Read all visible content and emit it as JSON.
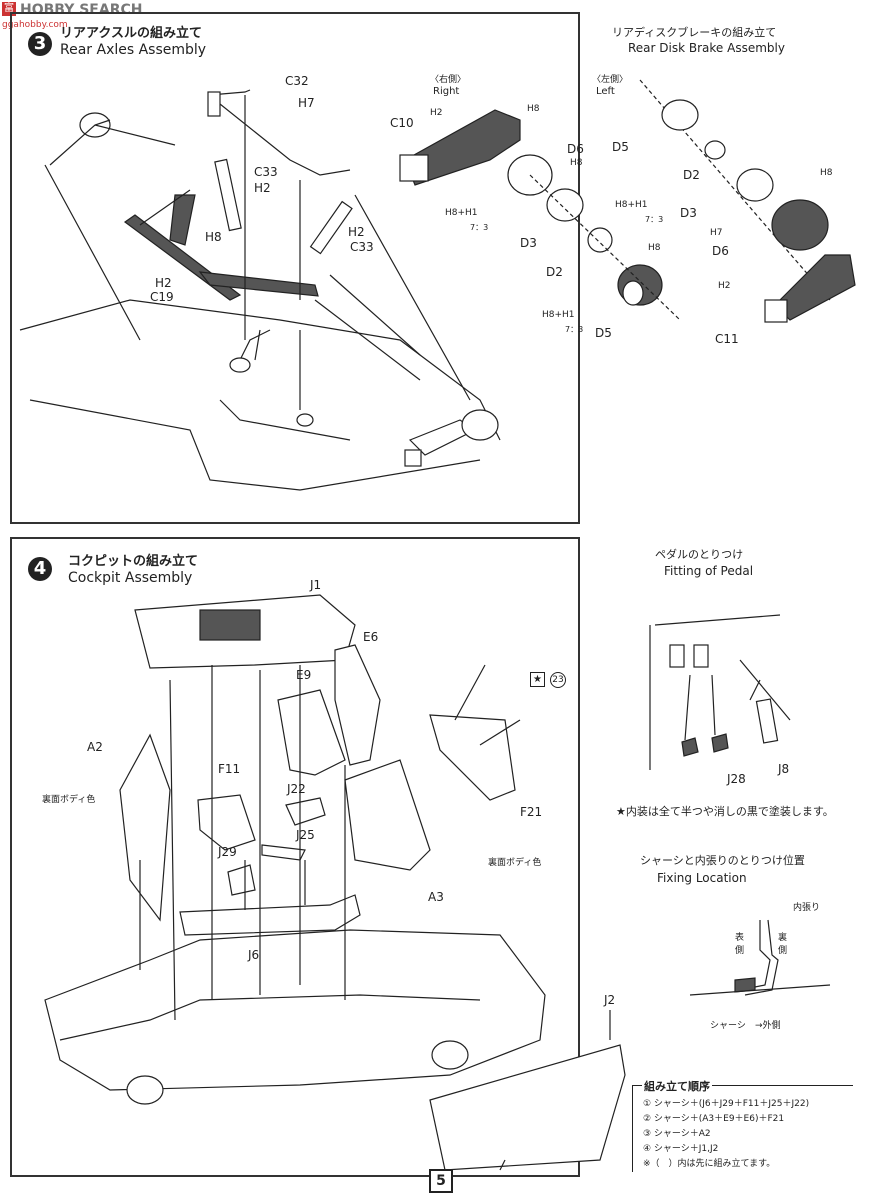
{
  "watermark": {
    "site": "HOBBY SEARCH",
    "logo_text": "富",
    "url": "ggahobby.com"
  },
  "step3": {
    "number": "3",
    "title_jp": "リアアクスルの組み立て",
    "title_en": "Rear Axles Assembly",
    "labels": [
      "C32",
      "H7",
      "C33",
      "H2",
      "H8",
      "H2",
      "C19",
      "H2",
      "C33"
    ]
  },
  "disk_brake": {
    "title_jp": "リアディスクブレーキの組み立て",
    "title_en": "Rear Disk Brake Assembly",
    "right_jp": "〈右側〉",
    "right_en": "Right",
    "left_jp": "〈左側〉",
    "left_en": "Left",
    "labels_right": [
      "C10",
      "H2",
      "H8",
      "D6",
      "H8",
      "H8+H1",
      "7：3",
      "H8+H1",
      "7：3",
      "D3",
      "D2",
      "H8",
      "H8+H1",
      "7：3",
      "D5"
    ],
    "labels_left": [
      "D5",
      "D2",
      "H8",
      "D3",
      "H7",
      "D6",
      "H2",
      "C11"
    ]
  },
  "step4": {
    "number": "4",
    "title_jp": "コクピットの組み立て",
    "title_en": "Cockpit Assembly",
    "labels": [
      "J1",
      "E6",
      "E9",
      "A2",
      "裏面ボディ色",
      "F11",
      "J22",
      "J25",
      "J29",
      "J6",
      "F21",
      "裏面ボディ色",
      "A3",
      "J2"
    ],
    "marker": "★",
    "marker_num": "23"
  },
  "pedal": {
    "title_jp": "ペダルのとりつけ",
    "title_en": "Fitting of Pedal",
    "labels": [
      "J28",
      "J8"
    ]
  },
  "paint_note": "★内装は全て半つや消しの黒で塗装します。",
  "fixing": {
    "title_jp": "シャーシと内張りのとりつけ位置",
    "title_en": "Fixing Location",
    "labels": [
      "内張り",
      "表側",
      "裏側",
      "シャーシ",
      "→外側"
    ]
  },
  "order": {
    "title": "組み立て順序",
    "items": [
      "① シャーシ＋(J6＋J29＋F11＋J25＋J22)",
      "② シャーシ＋(A3＋E9＋E6)＋F21",
      "③ シャーシ＋A2",
      "④ シャーシ＋J1,J2",
      "※（　）内は先に組み立てます。"
    ]
  },
  "page_number": "5"
}
